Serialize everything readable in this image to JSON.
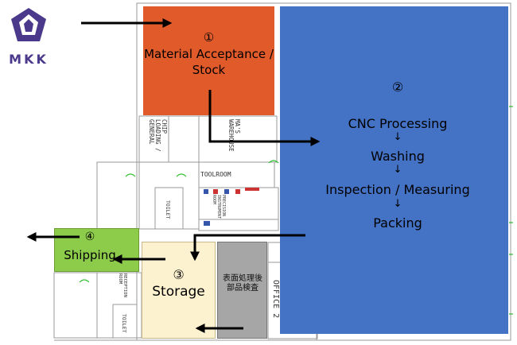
{
  "logo": {
    "text": "MKK",
    "brand_color": "#4b3a8c"
  },
  "zones": {
    "material": {
      "number": "①",
      "label": "Material Acceptance / Stock",
      "color": "#e15a2a"
    },
    "processing": {
      "number": "②",
      "steps": [
        "CNC Processing",
        "↓",
        "Washing",
        "↓",
        "Inspection / Measuring",
        "↓",
        "Packing"
      ],
      "color": "#4472c4"
    },
    "storage": {
      "number": "③",
      "label": "Storage",
      "color": "#fdf2cf"
    },
    "shipping": {
      "number": "④",
      "label": "Shipping",
      "color": "#8dcb4a"
    },
    "inspection_room": {
      "color": "#a6a6a6"
    }
  },
  "floorplan": {
    "chip_loading": "CHIP LOADING / GENERAL AREA",
    "warehouse": "MA'S WAREHOUSE",
    "toolroom": "TOOLROOM",
    "toilet_1": "TOILET",
    "instrument_room": "PRECISION INSTRUMENT ROOM",
    "reception": "RECEPTION ROOM",
    "toilet_2": "TOILET",
    "office": "OFFICE 2",
    "inspection_jp": "表面処理後部品検査"
  }
}
